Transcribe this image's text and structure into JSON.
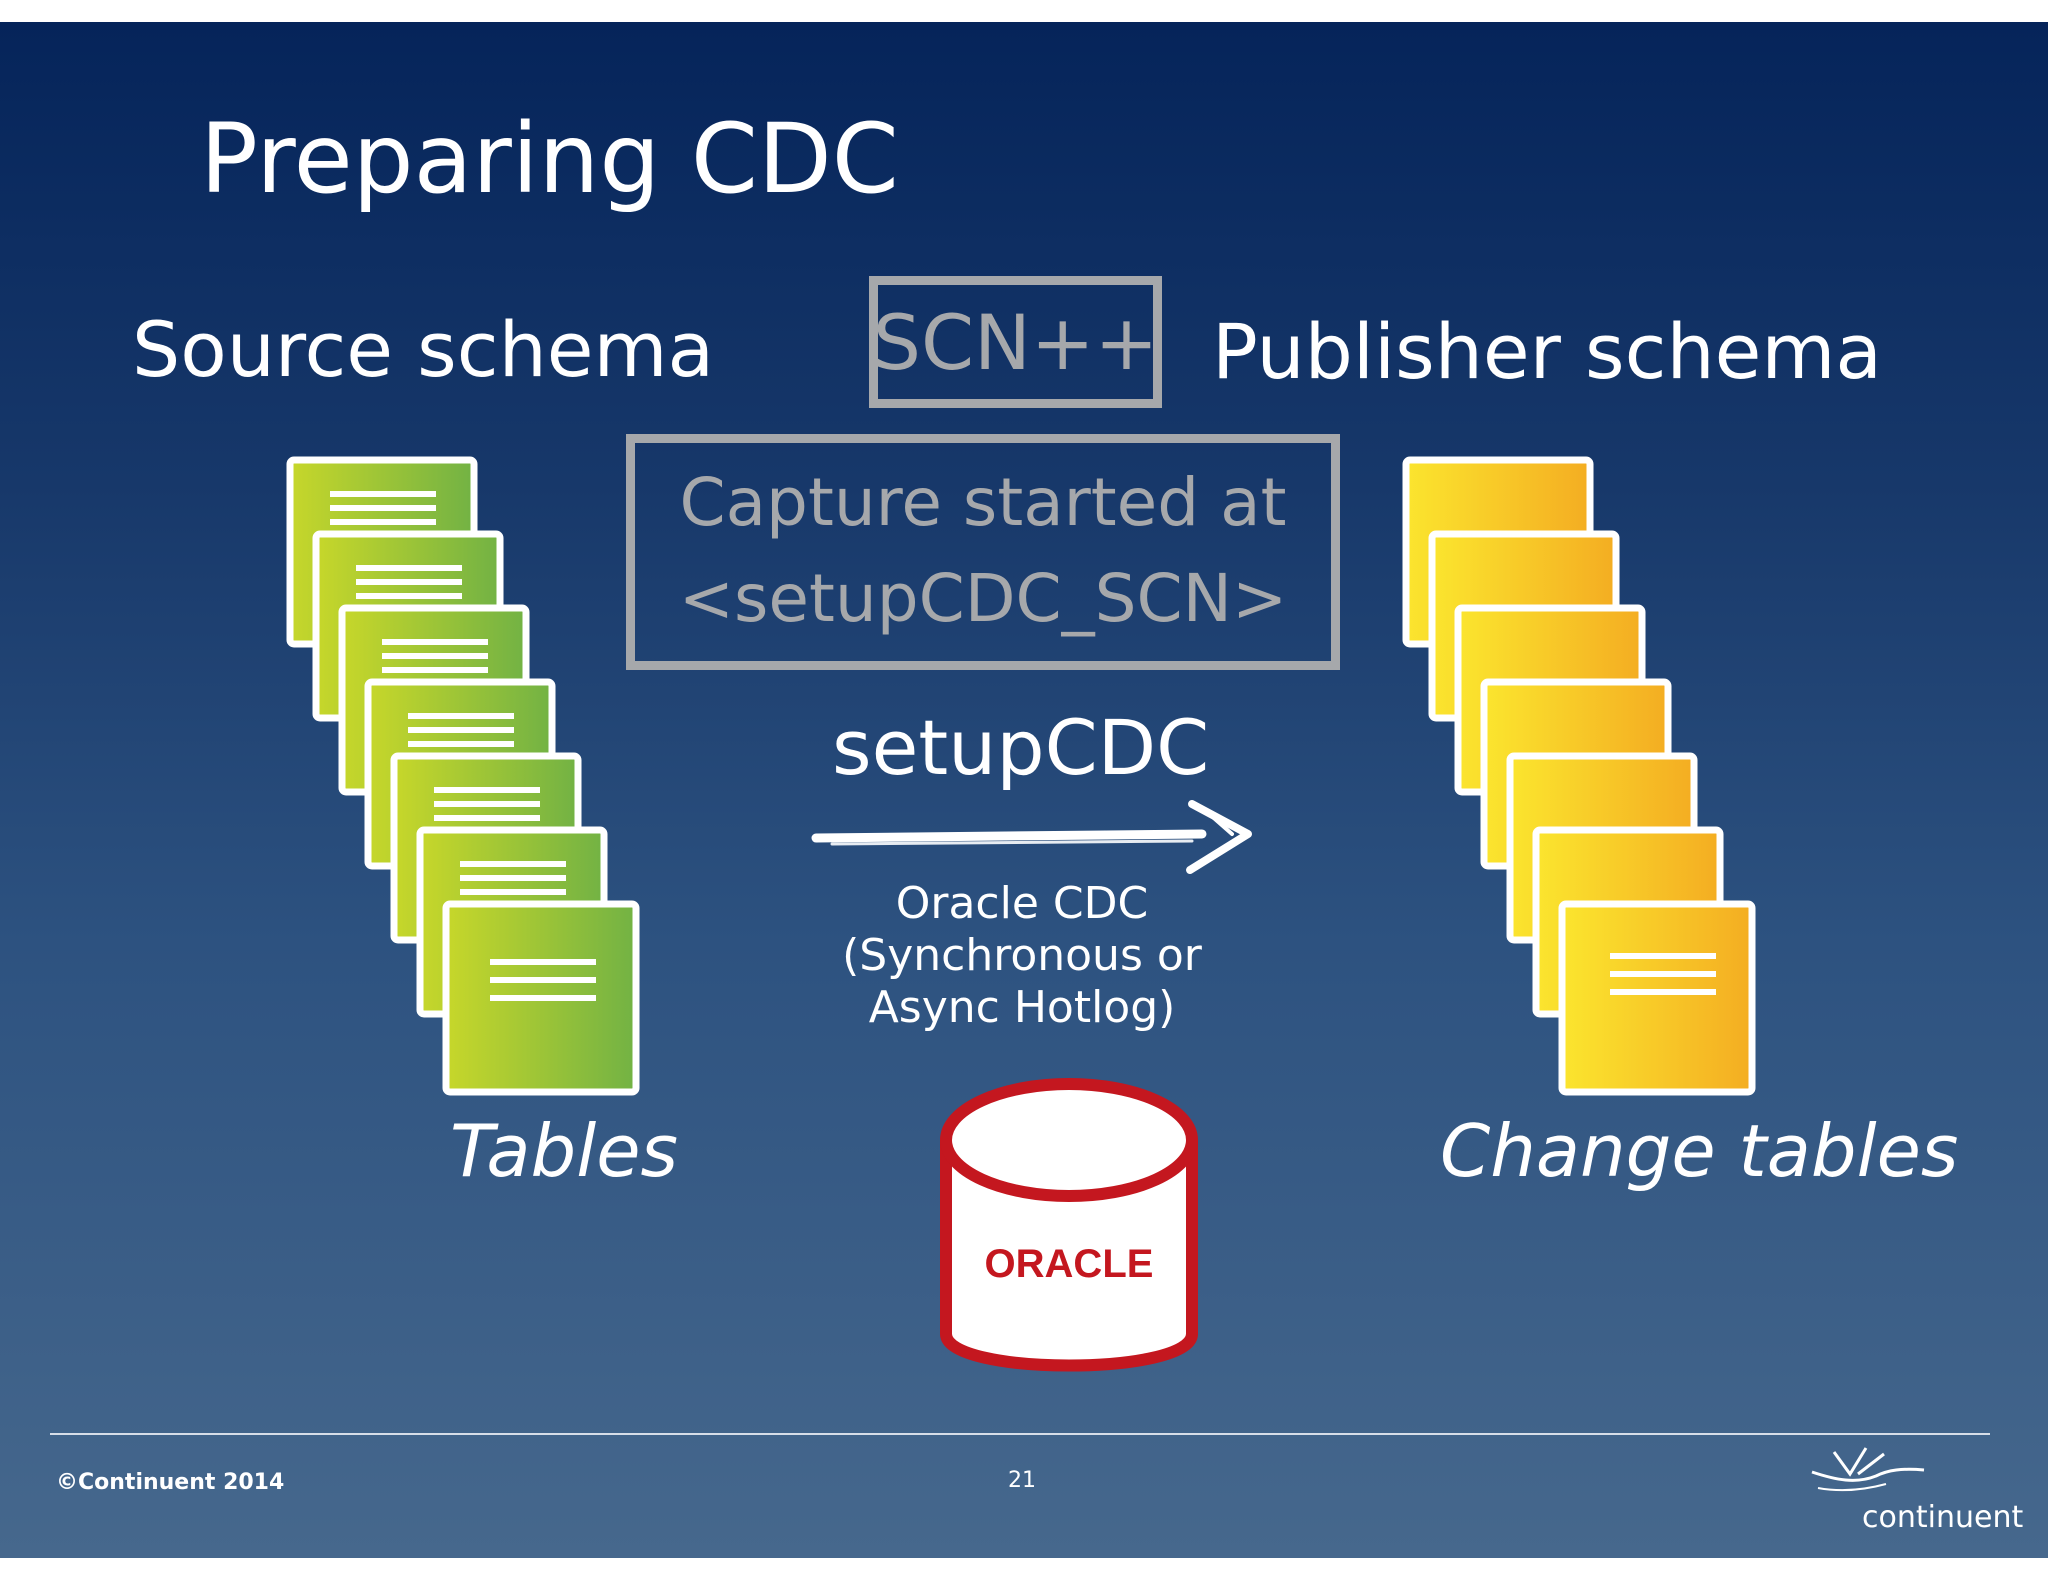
{
  "slide": {
    "title": "Preparing CDC",
    "source_schema": "Source schema",
    "publisher_schema": "Publisher schema",
    "scn_box": "SCN++",
    "capture_box": {
      "line1": "Capture started at",
      "line2": "<setupCDC_SCN>"
    },
    "setup_label": "setupCDC",
    "method_note": {
      "line1": "Oracle CDC",
      "line2": "(Synchronous or",
      "line3": "Async Hotlog)"
    },
    "tables_label": "Tables",
    "change_tables_label": "Change tables",
    "database_logo": "ORACLE",
    "footer": {
      "copyright": "©Continuent 2014",
      "page_number": "21",
      "brand": "continuent"
    }
  },
  "colors": {
    "background_top": "#05245a",
    "background_bottom": "#46688d",
    "source_pages": "#9cc83a",
    "change_pages": "#f6c928",
    "box_border": "#a6a8ab",
    "oracle_red": "#c4171f"
  },
  "icons": {
    "source_stack": "document-stack-icon",
    "change_stack": "document-stack-icon",
    "arrow": "right-arrow-icon",
    "database": "database-cylinder-icon",
    "brand_logo": "swan-logo-icon"
  }
}
